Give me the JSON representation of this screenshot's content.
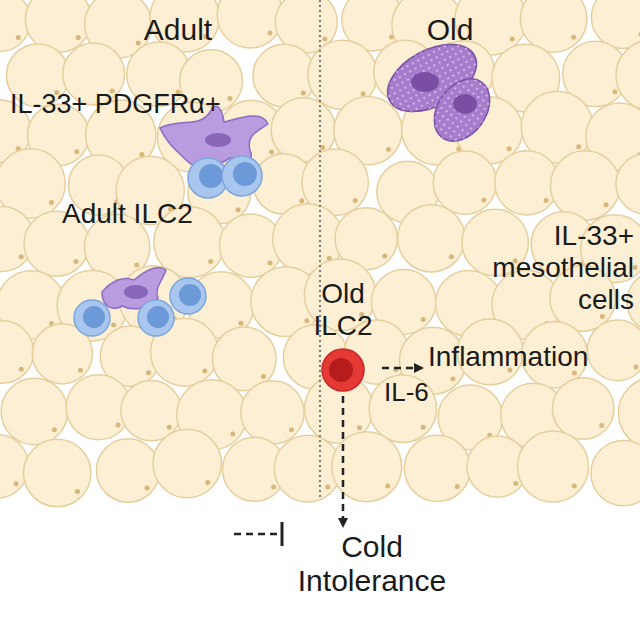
{
  "diagram": {
    "nodes": [
      {
        "text": [
          "Adult ILC2"
        ]
      },
      {
        "text": [
          "Old ILC2"
        ]
      },
      {
        "text": [
          "Inflammation"
        ]
      },
      {
        "text": [
          "Cold Intolerance"
        ]
      }
    ],
    "edges": [
      {
        "from": 1,
        "to": 2,
        "label": "IL-6",
        "arrow": "to"
      },
      {
        "from": 1,
        "to": 3,
        "arrow": "to"
      },
      {
        "from": 0,
        "to": 3,
        "arrow": "to"
      }
    ],
    "labels": [
      "Adult",
      "Old",
      "IL-33+ PDGFRα+",
      "IL-33+ mesothelial cells"
    ]
  }
}
